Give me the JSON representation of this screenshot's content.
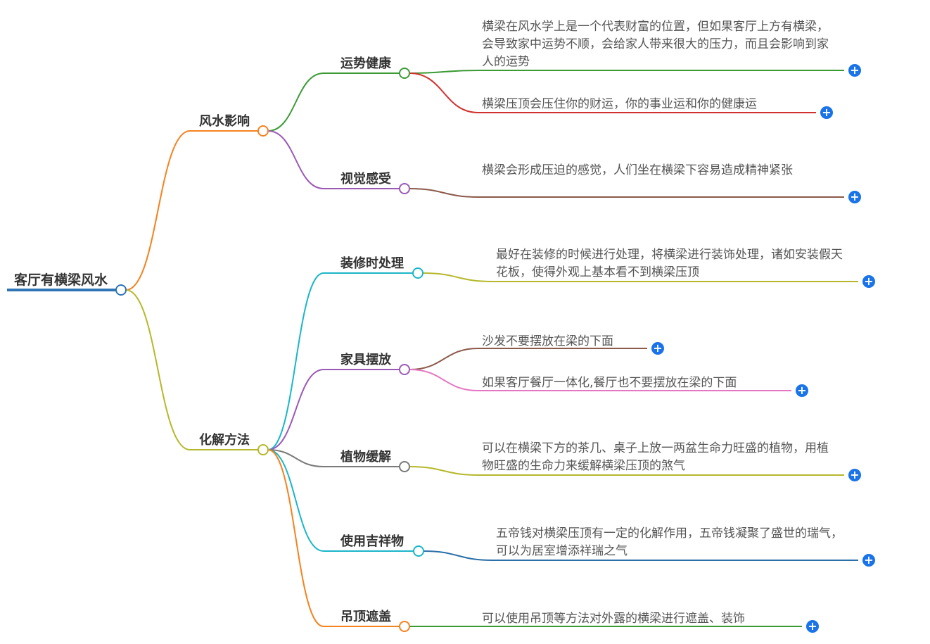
{
  "root": {
    "label": "客厅有横梁风水",
    "color": "#2e75b6"
  },
  "branches": [
    {
      "label": "风水影响",
      "color": "#f5821f",
      "children": [
        {
          "label": "运势健康",
          "color": "#3a9b35",
          "leaves": [
            {
              "text": "横梁在风水学上是一个代表财富的位置，但如果客厅上方有横梁，会导致家中运势不顺，会给家人带来很大的压力，而且会影响到家人的运势",
              "color": "#3a9b35"
            },
            {
              "text": "横梁压顶会压住你的财运，你的事业运和你的健康运",
              "color": "#d0312d"
            }
          ]
        },
        {
          "label": "视觉感受",
          "color": "#9b59b6",
          "leaves": [
            {
              "text": "横梁会形成压迫的感觉，人们坐在横梁下容易造成精神紧张",
              "color": "#8b5a4a"
            }
          ]
        }
      ]
    },
    {
      "label": "化解方法",
      "color": "#b5b82a",
      "children": [
        {
          "label": "装修时处理",
          "color": "#1bb6c9",
          "leaves": [
            {
              "text": "最好在装修的时候进行处理，将横梁进行装饰处理，诸如安装假天花板，使得外观上基本看不到横梁压顶",
              "color": "#b5b82a"
            }
          ]
        },
        {
          "label": "家具摆放",
          "color": "#9b59b6",
          "leaves": [
            {
              "text": "沙发不要摆放在梁的下面",
              "color": "#8b5a4a"
            },
            {
              "text": "如果客厅餐厅一体化,餐厅也不要摆放在梁的下面",
              "color": "#e377c2"
            }
          ]
        },
        {
          "label": "植物缓解",
          "color": "#7a7a7a",
          "leaves": [
            {
              "text": "可以在横梁下方的茶几、桌子上放一两盆生命力旺盛的植物，用植物旺盛的生命力来缓解横梁压顶的煞气",
              "color": "#b5b82a"
            }
          ]
        },
        {
          "label": "使用吉祥物",
          "color": "#1bb6c9",
          "leaves": [
            {
              "text": "五帝钱对横梁压顶有一定的化解作用，五帝钱凝聚了盛世的瑞气，可以为居室增添祥瑞之气",
              "color": "#2a6fa8"
            }
          ]
        },
        {
          "label": "吊顶遮盖",
          "color": "#f5821f",
          "leaves": [
            {
              "text": "可以使用吊顶等方法对外露的横梁进行遮盖、装饰",
              "color": "#3a9b35"
            }
          ]
        }
      ]
    }
  ],
  "expand_symbol": "+",
  "plus_color": "#1a73e8"
}
